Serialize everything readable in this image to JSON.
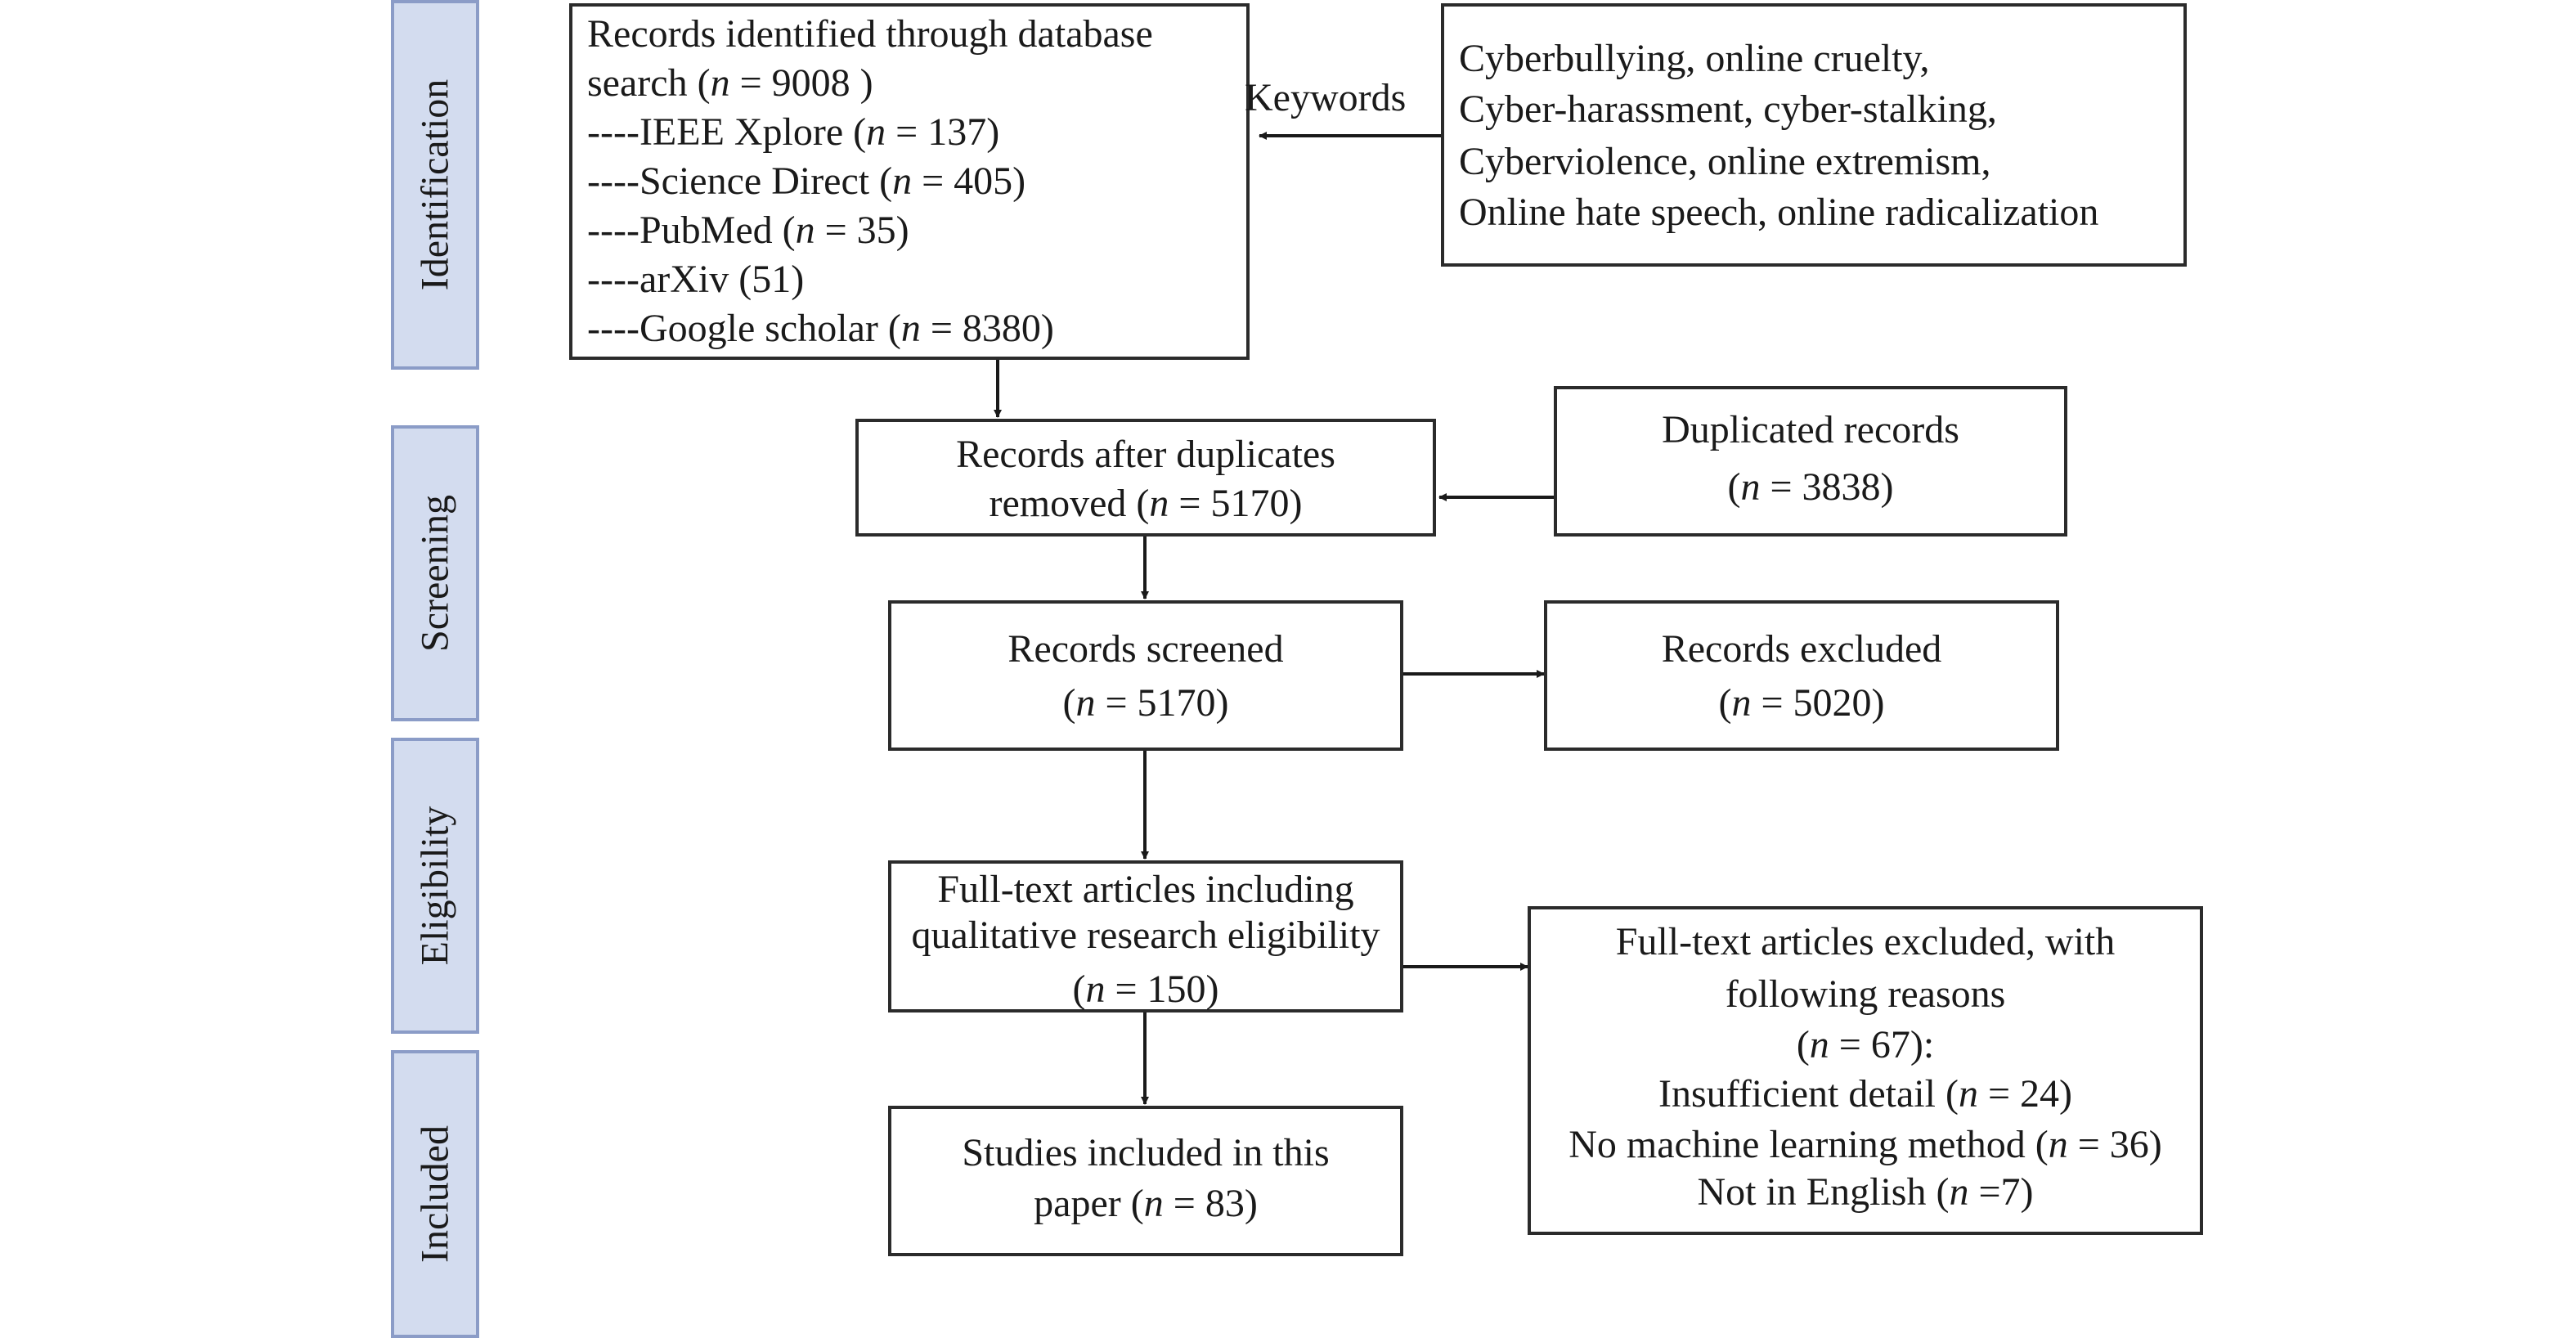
{
  "phases": {
    "identification": "Identification",
    "screening": "Screening",
    "eligibility": "Eligibility",
    "included": "Included"
  },
  "database_search": {
    "line1": "Records identified through database",
    "line2_pre": "search (",
    "line2_n": "n",
    "line2_post": " = 9008 )",
    "sources": [
      {
        "prefix": "----IEEE Xplore (",
        "n": "n",
        "suffix": " = 137)"
      },
      {
        "prefix": "----Science Direct (",
        "n": "n",
        "suffix": " = 405)"
      },
      {
        "prefix": "----PubMed (",
        "n": "n",
        "suffix": " = 35)"
      },
      {
        "text": "----arXiv (51)"
      },
      {
        "prefix": "----Google scholar (",
        "n": "n",
        "suffix": " = 8380)"
      }
    ]
  },
  "keywords": {
    "label": "Keywords",
    "lines": [
      "Cyberbullying, online cruelty,",
      "Cyber-harassment, cyber-stalking,",
      "Cyberviolence, online extremism,",
      "Online hate speech, online radicalization"
    ]
  },
  "after_duplicates": {
    "line1": "Records after duplicates",
    "line2_pre": "removed (",
    "n": "n",
    "line2_post": " = 5170)"
  },
  "duplicated": {
    "line1": "Duplicated records",
    "line2_pre": "(",
    "n": "n",
    "line2_post": " = 3838)"
  },
  "screened": {
    "line1": "Records screened",
    "line2_pre": "(",
    "n": "n",
    "line2_post": " = 5170)"
  },
  "excluded": {
    "line1": "Records excluded",
    "line2_pre": "(",
    "n": "n",
    "line2_post": " = 5020)"
  },
  "fulltext": {
    "line1": "Full-text articles including",
    "line2": "qualitative research eligibility",
    "line3_pre": "(",
    "n": "n",
    "line3_post": " = 150)"
  },
  "fulltext_excluded": {
    "line1": "Full-text articles excluded, with",
    "line2": "following reasons",
    "line3_pre": "(",
    "line3_n": "n",
    "line3_post": " = 67):",
    "reasons": [
      {
        "prefix": "Insufficient detail (",
        "n": "n",
        "suffix": " = 24)"
      },
      {
        "prefix": "No machine learning method (",
        "n": "n",
        "suffix": " = 36)"
      },
      {
        "prefix": "Not in English (",
        "n": "n",
        "suffix": " =7)"
      }
    ]
  },
  "included_studies": {
    "line1": "Studies included in this",
    "line2_pre": "paper (",
    "n": "n",
    "line2_post": " = 83)"
  },
  "colors": {
    "phase_fill": "#d3dcef",
    "phase_border": "#8b9cc7",
    "box_border": "#2b2b2b",
    "text": "#1a1a1a"
  }
}
